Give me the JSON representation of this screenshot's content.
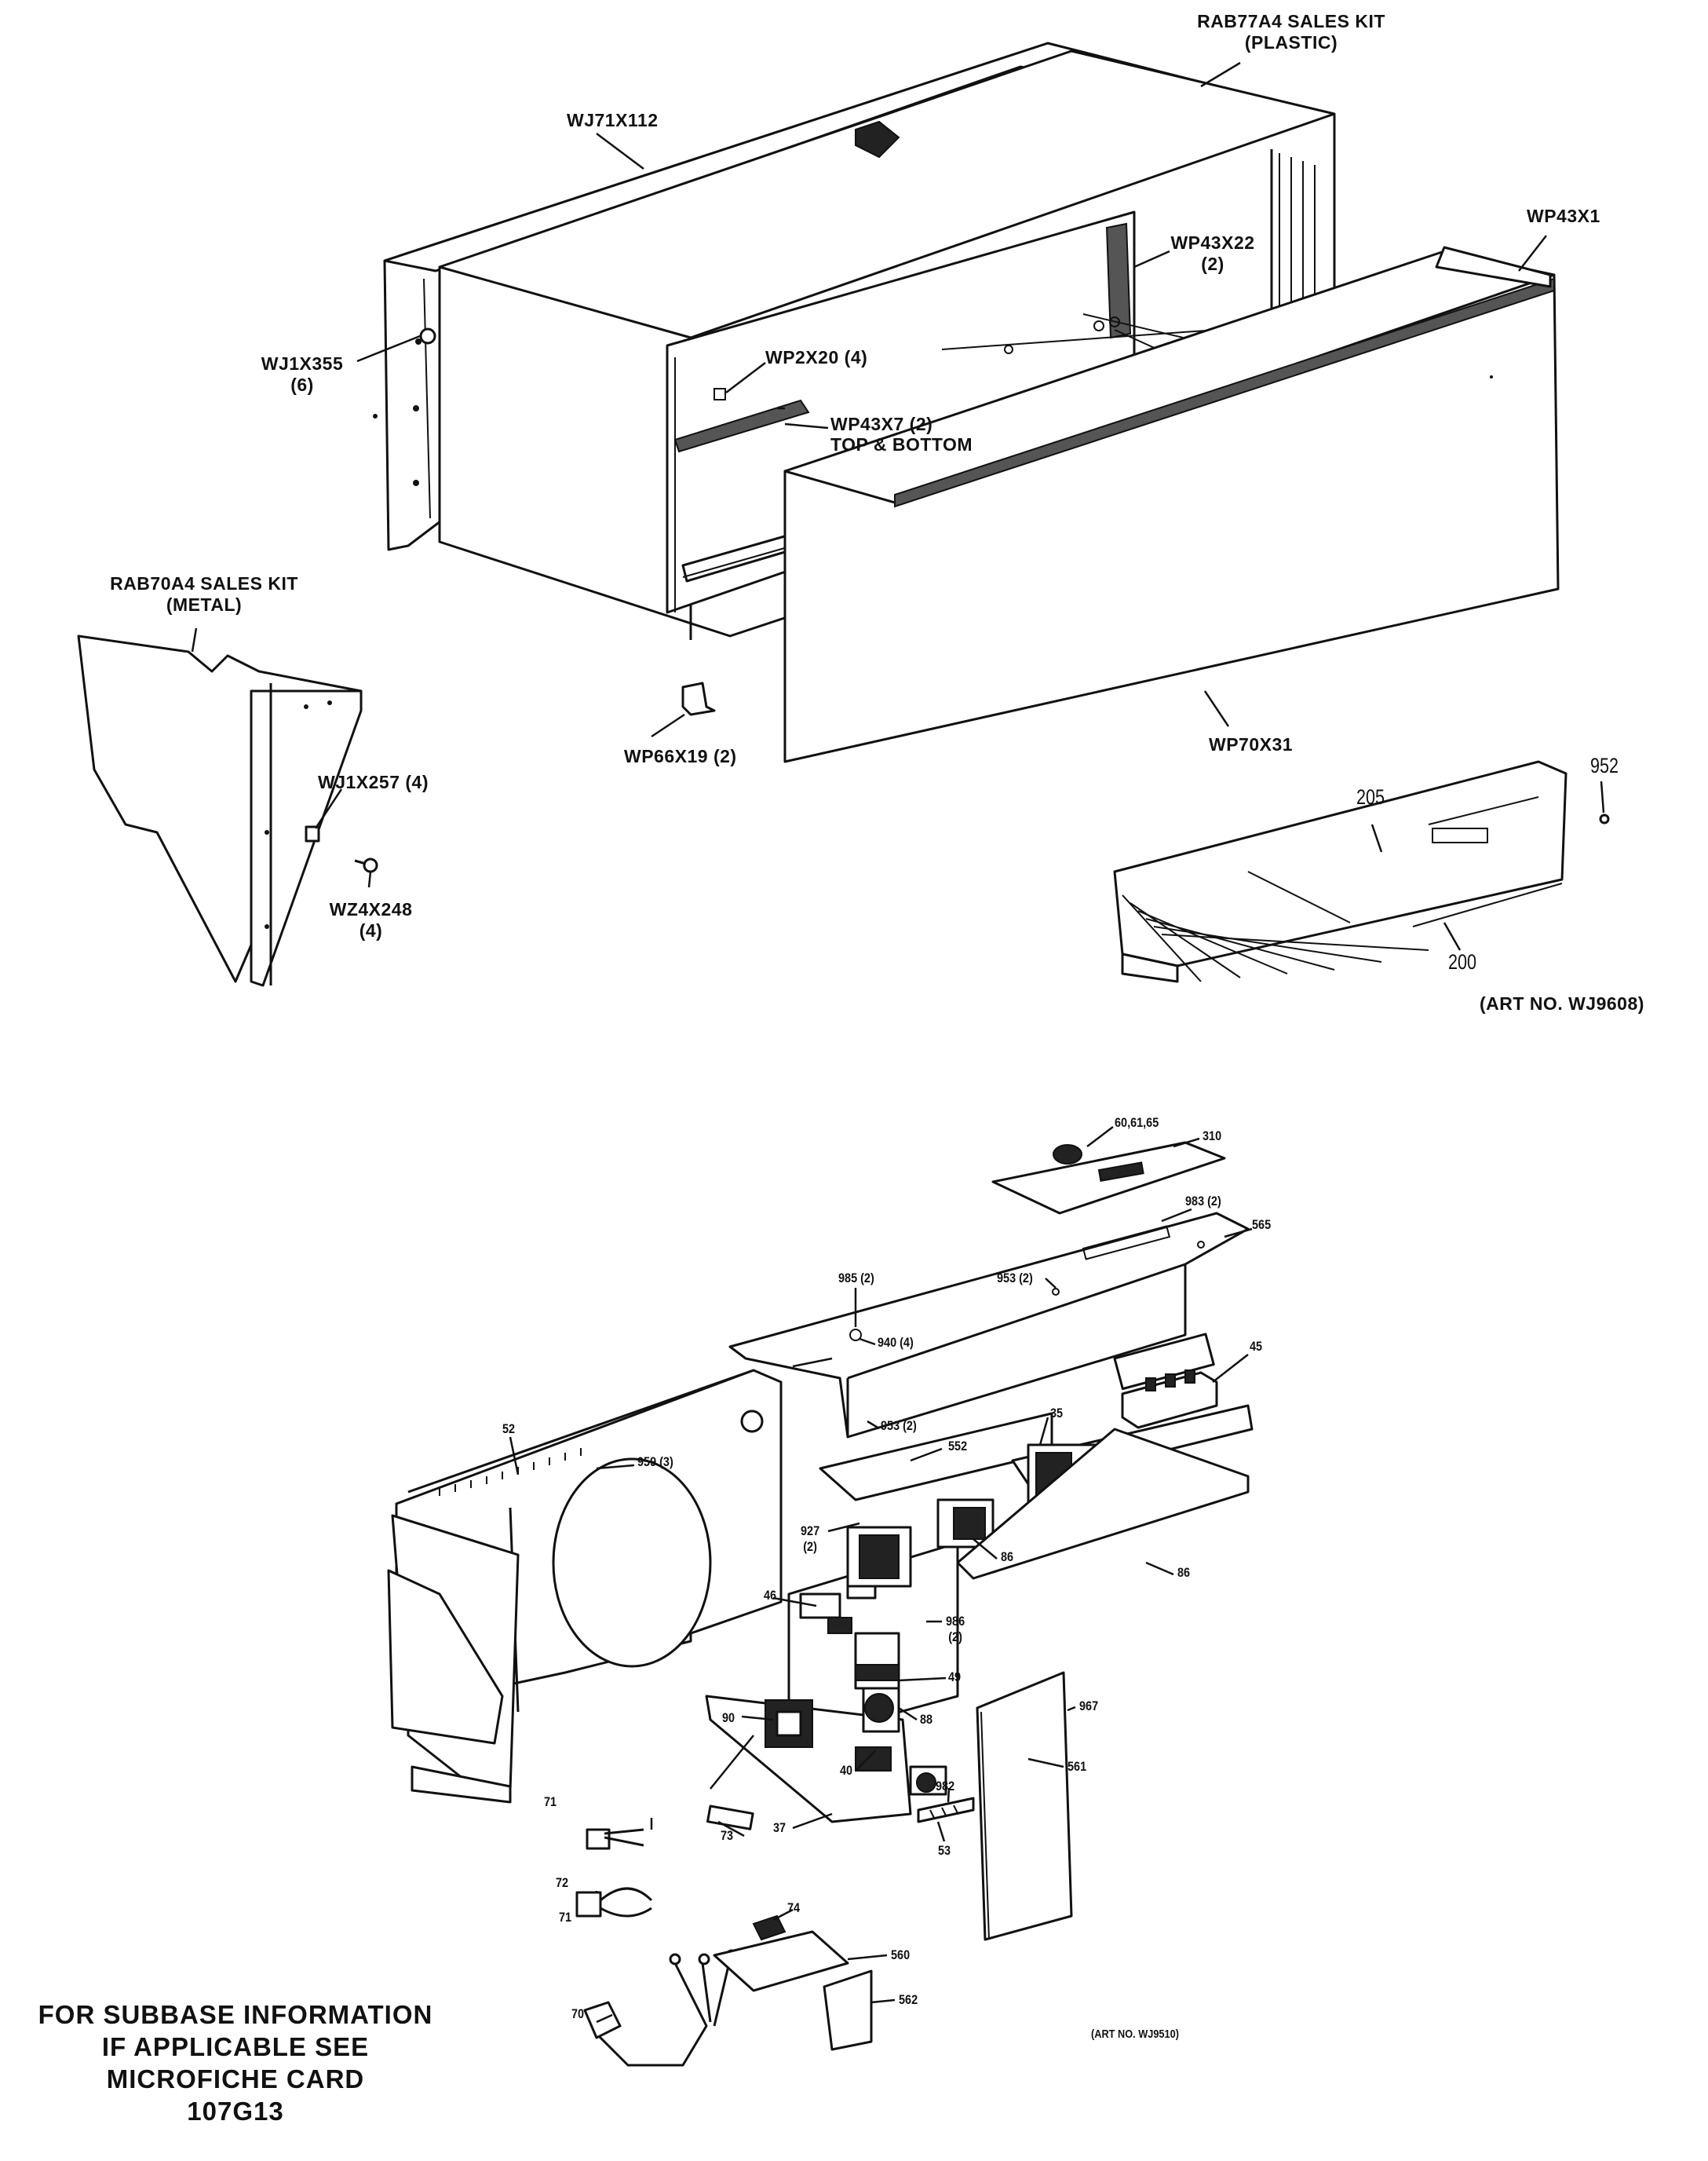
{
  "upper_assembly": {
    "labels": {
      "sales_kit_plastic_1": "RAB77A4 SALES KIT",
      "sales_kit_plastic_2": "(PLASTIC)",
      "wall_sleeve_top": "WJ71X112",
      "gasket_side": "WP43X22",
      "gasket_side_qty": "(2)",
      "gasket_top": "WP43X1",
      "screw_flange": "WJ1X355",
      "screw_flange_qty": "(6)",
      "clip": "WP2X20 (4)",
      "gasket_inner": "WP43X7 (2)",
      "gasket_inner_note": "TOP & BOTTOM",
      "sales_kit_metal_1": "RAB70A4 SALES KIT",
      "sales_kit_metal_2": "(METAL)",
      "bracket": "WP66X19 (2)",
      "front_panel": "WP70X31",
      "nut": "WJ1X257 (4)",
      "screw": "WZ4X248",
      "screw_qty": "(4)",
      "part_952": "952",
      "part_205": "205",
      "part_200": "200",
      "art_no": "(ART NO. WJ9608)"
    }
  },
  "lower_assembly": {
    "labels": {
      "p60": "60,61,65",
      "p310": "310",
      "p983": "983 (2)",
      "p565": "565",
      "p985": "985 (2)",
      "p953a": "953 (2)",
      "p940": "940 (4)",
      "p45": "45",
      "p52": "52",
      "p959": "959 (3)",
      "p35": "35",
      "p953b": "953 (2)",
      "p552": "552",
      "p927": "927",
      "p927_qty": "(2)",
      "p86a": "86",
      "p86b": "86",
      "p46": "46",
      "p986": "986",
      "p986_qty": "(2)",
      "p49": "49",
      "p967": "967",
      "p88": "88",
      "p90": "90",
      "p561": "561",
      "p40": "40",
      "p982": "982",
      "p71a": "71",
      "p37": "37",
      "p73": "73",
      "p53": "53",
      "p72": "72",
      "p71b": "71",
      "p74": "74",
      "p560": "560",
      "p70": "70",
      "p562": "562",
      "art_no": "(ART NO. WJ9510)"
    }
  },
  "subbase_note": {
    "line1": "FOR SUBBASE INFORMATION",
    "line2": "IF APPLICABLE SEE",
    "line3": "MICROFICHE CARD",
    "line4": "107G13"
  }
}
